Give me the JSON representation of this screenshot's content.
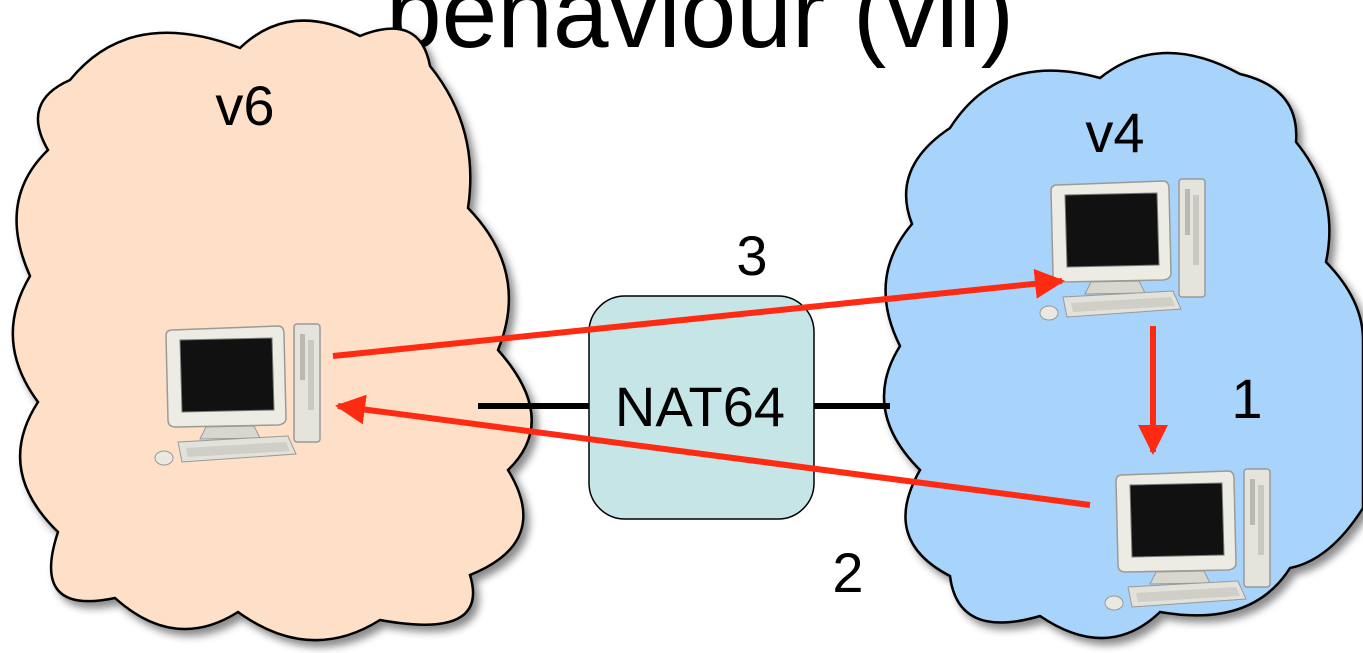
{
  "slide": {
    "title": "behaviour (vii)"
  },
  "clouds": {
    "v6": {
      "label": "v6",
      "fill": "#fde0c7"
    },
    "v4": {
      "label": "v4",
      "fill": "#a8d4fb"
    }
  },
  "nat": {
    "label": "NAT64",
    "fill": "#c5e5e6"
  },
  "steps": {
    "s1": "1",
    "s2": "2",
    "s3": "3"
  },
  "icons": [
    "computer-icon"
  ],
  "colors": {
    "arrow": "#ff2a12",
    "link": "#000000",
    "outline": "#000000"
  }
}
